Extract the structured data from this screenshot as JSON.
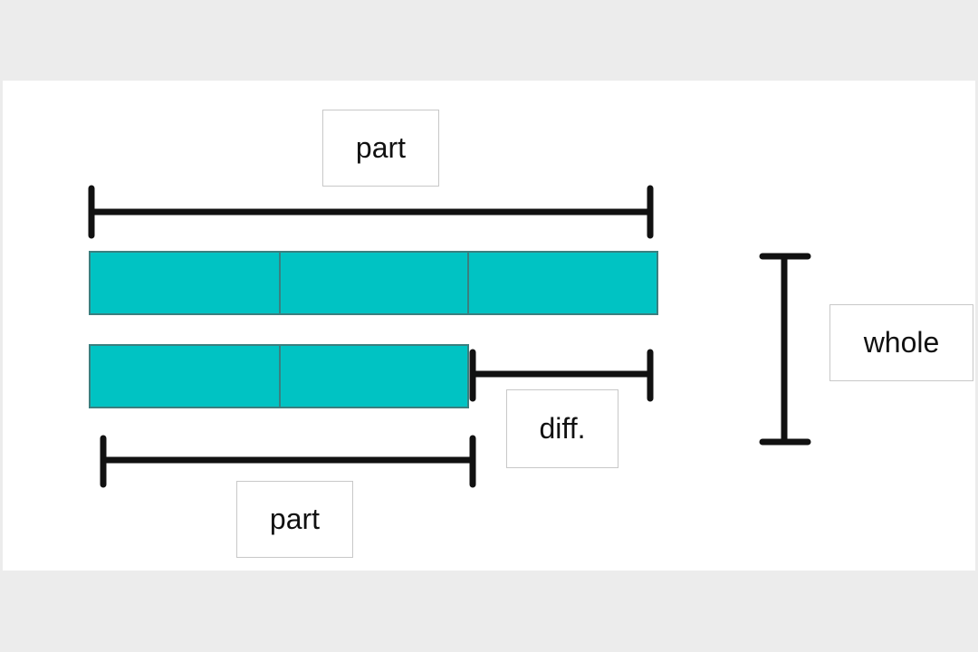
{
  "diagram": {
    "labels": {
      "top_part": "part",
      "bottom_part": "part",
      "difference": "diff.",
      "whole": "whole"
    },
    "bars": {
      "top_units": 3,
      "bottom_units": 2
    },
    "colors": {
      "bar_fill": "#00c3c3",
      "bar_stroke": "#3a7f7f",
      "bracket_stroke": "#111111",
      "page_background": "#ececec",
      "panel_background": "#ffffff"
    }
  }
}
